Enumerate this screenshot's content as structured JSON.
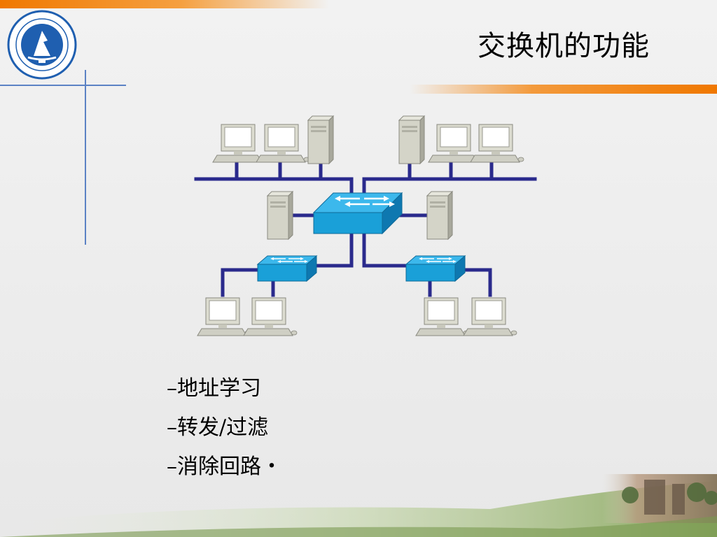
{
  "slide": {
    "title": "交换机的功能",
    "bullets": [
      {
        "dash": "–",
        "text": "地址学习"
      },
      {
        "dash": "–",
        "text": "转发/过滤"
      },
      {
        "dash": "–",
        "text": "消除回路・"
      }
    ]
  },
  "icons": {
    "logo": "college-logo-icon",
    "switch": "switch-icon",
    "workstation": "workstation-icon",
    "server": "server-icon",
    "scenery": "campus-photo-icon"
  },
  "colors": {
    "accent_orange": "#f07800",
    "line_blue": "#5b82c4",
    "cable_blue": "#2a2a8c",
    "switch_blue": "#1aa0d8"
  }
}
